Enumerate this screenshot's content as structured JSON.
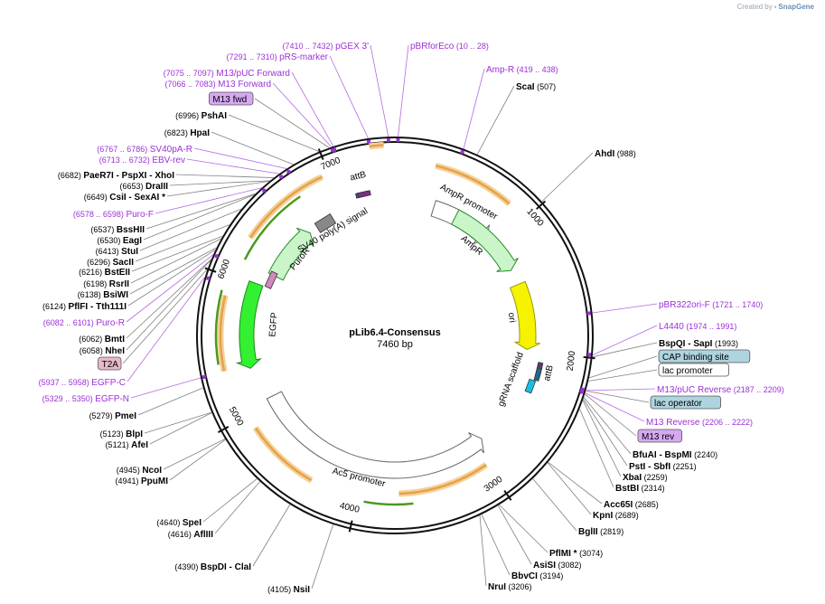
{
  "header": {
    "credit_prefix": "Created by",
    "brand": "SnapGene"
  },
  "plasmid": {
    "name": "pLib6.4-Consensus",
    "size": "7460 bp",
    "length": 7460
  },
  "colors": {
    "feature_label": "#9c30d8",
    "site_label": "#000000",
    "ampr_fill": "#c9f5c9",
    "ori_fill": "#f7f200",
    "egfp_fill": "#33f033",
    "primer_arrow": "#e8a04a",
    "leader_line": "#808080"
  },
  "ticks": [
    {
      "pos": 1000,
      "label": "1000"
    },
    {
      "pos": 2000,
      "label": "2000"
    },
    {
      "pos": 3000,
      "label": "3000"
    },
    {
      "pos": 4000,
      "label": "4000"
    },
    {
      "pos": 5000,
      "label": "5000"
    },
    {
      "pos": 6000,
      "label": "6000"
    },
    {
      "pos": 7000,
      "label": "7000"
    }
  ],
  "features": [
    {
      "name": "AmpR promoter",
      "start": 300,
      "end": 900,
      "kind": "promoter",
      "label": "AmpR promoter"
    },
    {
      "name": "AmpR",
      "start": 430,
      "end": 1250,
      "kind": "gene",
      "label": "AmpR"
    },
    {
      "name": "ori",
      "start": 1400,
      "end": 1970,
      "kind": "ori",
      "label": "ori"
    },
    {
      "name": "attB",
      "start": 2130,
      "end": 2170,
      "kind": "small",
      "label": "attB"
    },
    {
      "name": "gRNA scaffold",
      "start": 2260,
      "end": 2330,
      "kind": "small-blue",
      "label": "gRNA scaffold"
    },
    {
      "name": "Ac5 promoter",
      "start": 3000,
      "end": 5050,
      "kind": "promoter",
      "label": "Ac5 promoter"
    },
    {
      "name": "EGFP",
      "start": 5330,
      "end": 6070,
      "kind": "egfp",
      "label": "EGFP"
    },
    {
      "name": "PuroR",
      "start": 6100,
      "end": 6700,
      "kind": "gene",
      "label": "PuroR"
    },
    {
      "name": "SV40 poly(A) signal",
      "start": 6760,
      "end": 6890,
      "kind": "small",
      "label": "SV40 poly(A) signal"
    },
    {
      "name": "attB2",
      "start": 7170,
      "end": 7210,
      "kind": "small",
      "label": "attB"
    }
  ],
  "sites": [
    {
      "text": "Amp-R",
      "coords": "(419 .. 438)",
      "type": "feature"
    },
    {
      "text": "ScaI",
      "coords": "(507)",
      "type": "site"
    },
    {
      "text": "AhdI",
      "coords": "(988)",
      "type": "site"
    },
    {
      "text": "pBR322ori-F",
      "coords": "(1721 .. 1740)",
      "type": "feature"
    },
    {
      "text": "L4440",
      "coords": "(1974 .. 1991)",
      "type": "feature"
    },
    {
      "text": "BspQI",
      "extra": "- SapI",
      "coords": "(1993)",
      "type": "site"
    },
    {
      "text": "CAP binding site",
      "coords": "",
      "type": "box-blue"
    },
    {
      "text": "lac promoter",
      "coords": "",
      "type": "box-white"
    },
    {
      "text": "M13/pUC Reverse",
      "coords": "(2187 .. 2209)",
      "type": "feature"
    },
    {
      "text": "lac operator",
      "coords": "",
      "type": "box-blue"
    },
    {
      "text": "M13 Reverse",
      "coords": "(2206 .. 2222)",
      "type": "feature"
    },
    {
      "text": "M13 rev",
      "coords": "",
      "type": "box-purple"
    },
    {
      "text": "BfuAI",
      "extra": "- BspMI",
      "coords": "(2240)",
      "type": "site"
    },
    {
      "text": "PstI",
      "extra": "- SbfI",
      "coords": "(2251)",
      "type": "site"
    },
    {
      "text": "XbaI",
      "coords": "(2259)",
      "type": "site"
    },
    {
      "text": "BstBI",
      "coords": "(2314)",
      "type": "site"
    },
    {
      "text": "Acc65I",
      "coords": "(2685)",
      "type": "site"
    },
    {
      "text": "KpnI",
      "coords": "(2689)",
      "type": "site"
    },
    {
      "text": "BglII",
      "coords": "(2819)",
      "type": "site"
    },
    {
      "text": "PflMI *",
      "coords": "(3074)",
      "type": "site"
    },
    {
      "text": "AsiSI",
      "coords": "(3082)",
      "type": "site"
    },
    {
      "text": "BbvCI",
      "coords": "(3194)",
      "type": "site"
    },
    {
      "text": "NruI",
      "coords": "(3206)",
      "type": "site"
    },
    {
      "text": "NsiI",
      "coords": "(4105)",
      "type": "site"
    },
    {
      "text": "BspDI",
      "extra": "- ClaI",
      "coords": "(4390)",
      "type": "site"
    },
    {
      "text": "AflIII",
      "coords": "(4616)",
      "type": "site"
    },
    {
      "text": "SpeI",
      "coords": "(4640)",
      "type": "site"
    },
    {
      "text": "PpuMI",
      "coords": "(4941)",
      "type": "site"
    },
    {
      "text": "NcoI",
      "coords": "(4945)",
      "type": "site"
    },
    {
      "text": "AfeI",
      "coords": "(5121)",
      "type": "site"
    },
    {
      "text": "BlpI",
      "coords": "(5123)",
      "type": "site"
    },
    {
      "text": "PmeI",
      "coords": "(5279)",
      "type": "site"
    },
    {
      "text": "EGFP-N",
      "coords": "(5329 .. 5350)",
      "type": "feature"
    },
    {
      "text": "EGFP-C",
      "coords": "(5937 .. 5958)",
      "type": "feature"
    },
    {
      "text": "T2A",
      "coords": "",
      "type": "box-pink"
    },
    {
      "text": "NheI",
      "coords": "(6058)",
      "type": "site"
    },
    {
      "text": "BmtI",
      "coords": "(6062)",
      "type": "site"
    },
    {
      "text": "Puro-R",
      "coords": "(6082 .. 6101)",
      "type": "feature"
    },
    {
      "text": "PflFI",
      "extra": "- Tth111I",
      "coords": "(6124)",
      "type": "site"
    },
    {
      "text": "BsiWI",
      "coords": "(6138)",
      "type": "site"
    },
    {
      "text": "RsrII",
      "coords": "(6198)",
      "type": "site"
    },
    {
      "text": "BstEII",
      "coords": "(6216)",
      "type": "site"
    },
    {
      "text": "SacII",
      "coords": "(6296)",
      "type": "site"
    },
    {
      "text": "StuI",
      "coords": "(6413)",
      "type": "site"
    },
    {
      "text": "EagI",
      "coords": "(6530)",
      "type": "site"
    },
    {
      "text": "BssHII",
      "coords": "(6537)",
      "type": "site"
    },
    {
      "text": "Puro-F",
      "coords": "(6578 .. 6598)",
      "type": "feature"
    },
    {
      "text": "SexAI *",
      "prefix": "CsiI  -",
      "coords": "(6649)",
      "type": "site-left"
    },
    {
      "text": "DraIII",
      "coords": "(6653)",
      "type": "site"
    },
    {
      "text": "XhoI",
      "prefix": "PaeR7I  - PspXI  -",
      "coords": "(6682)",
      "type": "site-left"
    },
    {
      "text": "EBV-rev",
      "coords": "(6713 .. 6732)",
      "type": "feature"
    },
    {
      "text": "SV40pA-R",
      "coords": "(6767 .. 6786)",
      "type": "feature"
    },
    {
      "text": "HpaI",
      "coords": "(6823)",
      "type": "site"
    },
    {
      "text": "PshAI",
      "coords": "(6996)",
      "type": "site"
    },
    {
      "text": "M13 fwd",
      "coords": "",
      "type": "box-purple"
    },
    {
      "text": "M13 Forward",
      "coords": "(7066 .. 7083)",
      "type": "feature"
    },
    {
      "text": "M13/pUC Forward",
      "coords": "(7075 .. 7097)",
      "type": "feature"
    },
    {
      "text": "pRS-marker",
      "coords": "(7291 .. 7310)",
      "type": "feature"
    },
    {
      "text": "pGEX 3'",
      "coords": "(7410 .. 7432)",
      "type": "feature"
    },
    {
      "text": "pBRforEco",
      "coords": "(10 .. 28)",
      "type": "feature"
    }
  ]
}
